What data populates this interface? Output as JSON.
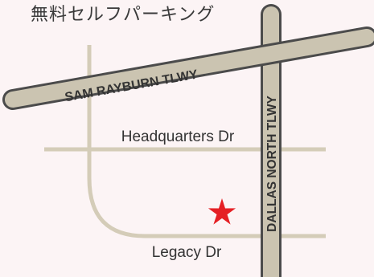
{
  "title": "無料セルフパーキング",
  "roads": {
    "sam_rayburn": "SAM RAYBURN TLWY",
    "dallas_north": "DALLAS NORTH TLWY",
    "headquarters": "Headquarters Dr",
    "legacy": "Legacy Dr"
  },
  "colors": {
    "background": "#fcf4f5",
    "major_road_fill": "#cbc4b1",
    "major_road_edge": "#4b4b4b",
    "minor_road": "#d4ccb8",
    "label_text": "#333333",
    "marker": "#e51f24"
  },
  "marker": {
    "icon": "star-icon"
  }
}
